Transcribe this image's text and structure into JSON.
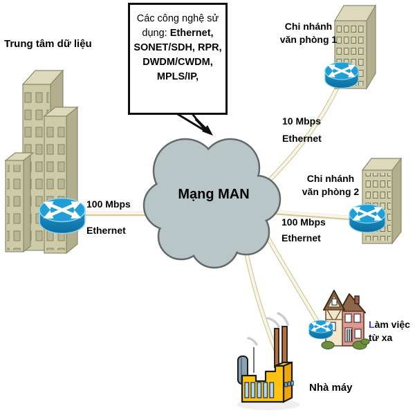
{
  "diagram": {
    "type": "network-topology",
    "background": "#ffffff",
    "nodes": {
      "data_center": {
        "label": "Trung tâm dữ liệu",
        "icon": "office-buildings-icon"
      },
      "man_cloud": {
        "label": "Mạng MAN",
        "icon": "network-cloud-icon",
        "color": "#b9c6c8"
      },
      "branch_office_1": {
        "label": "Chi nhánh\nvăn phòng 1",
        "icon": "office-building-icon"
      },
      "branch_office_2": {
        "label": "Chi nhánh\nvăn phòng 2",
        "icon": "office-building-icon"
      },
      "teleworker": {
        "label": "Làm việc\ntừ xa",
        "icon": "house-icon"
      },
      "factory": {
        "label": "Nhà máy",
        "icon": "factory-icon"
      }
    },
    "links": {
      "data_center_man": {
        "label": "100 Mbps\nEthernet"
      },
      "man_branch_1": {
        "label": "10 Mbps\nEthernet"
      },
      "man_branch_2": {
        "label": "100 Mbps\nEthernet"
      },
      "man_teleworker": {
        "label": ""
      },
      "man_factory": {
        "label": ""
      }
    },
    "callout": {
      "intro": "Các công nghệ sử dụng: ",
      "technologies": "Ethernet, SONET/SDH, RPR, DWDM/CWDM, MPLS/IP,"
    },
    "router_icon": {
      "name": "cisco-router-icon",
      "count": 4,
      "color": "#1b94c8"
    },
    "colors": {
      "cloud_fill": "#b9c6c8",
      "cloud_stroke": "#63696a",
      "building_front": "#cecba9",
      "building_side": "#b2af8e",
      "factory_yellow": "#ffc20e",
      "link_core": "#f8f5ec",
      "link_edge": "#d5cb96",
      "text": "#000000"
    }
  }
}
